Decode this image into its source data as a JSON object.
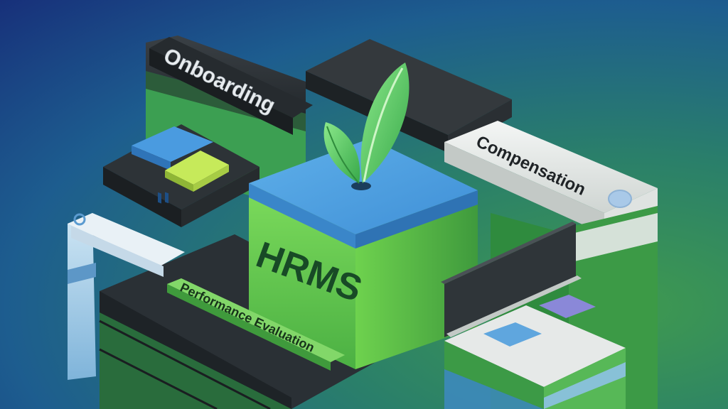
{
  "scene": {
    "onboarding_label": "Onboarding",
    "compensation_label": "Compensation",
    "hrms_label": "HRMS",
    "performance_label": "Performance Evaluation"
  },
  "colors": {
    "bg_top": "#17307a",
    "bg_bottom": "#3f9a4f",
    "hrms_green": "#6bd14f",
    "hrms_top_blue": "#4f9fe0",
    "leaf_green": "#5ccf60",
    "dark_tile": "#2d3338",
    "light_tile": "#e9eceb"
  }
}
